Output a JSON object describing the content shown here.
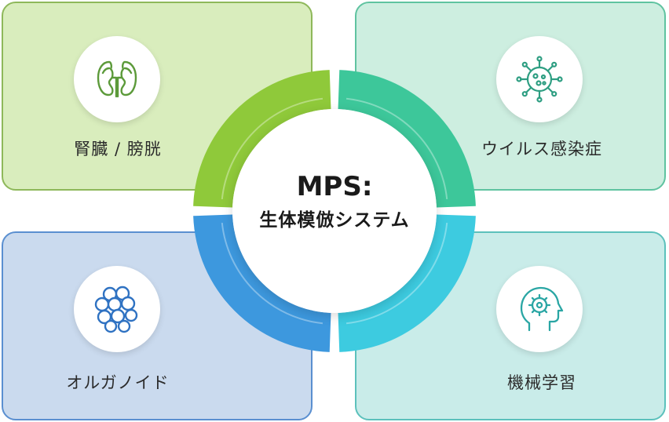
{
  "center": {
    "title": "MPS:",
    "subtitle": "生体模倣システム"
  },
  "cards": [
    {
      "label": "腎臓 / 膀胱",
      "icon": "kidney-icon",
      "fill": "#d9edbd",
      "border": "#8eb85a",
      "ring": "#8fc93a",
      "iconColor": "#5c9a3a"
    },
    {
      "label": "ウイルス感染症",
      "icon": "virus-icon",
      "fill": "#cdeee0",
      "border": "#5fc3a0",
      "ring": "#3dc79a",
      "iconColor": "#2e9e82"
    },
    {
      "label": "オルガノイド",
      "icon": "organoid-icon",
      "fill": "#cadaee",
      "border": "#5a8fd0",
      "ring": "#3d98de",
      "iconColor": "#2f72c2"
    },
    {
      "label": "機械学習",
      "icon": "ai-head-icon",
      "fill": "#c9ece9",
      "border": "#5cc1bc",
      "ring": "#3dcbe0",
      "iconColor": "#2aa6a4"
    }
  ]
}
